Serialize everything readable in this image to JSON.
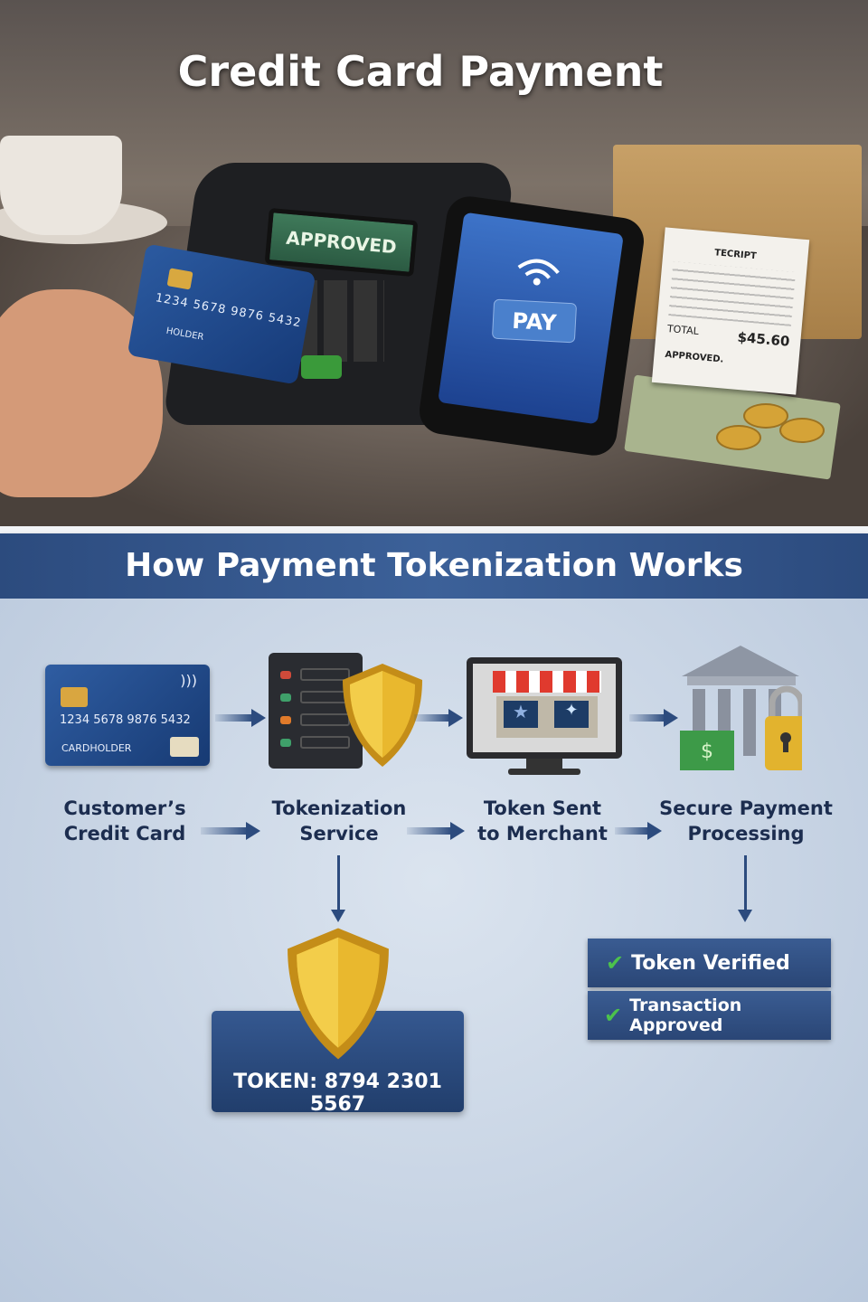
{
  "header": {
    "title": "Credit Card Payment"
  },
  "photo": {
    "terminal_screen": "APPROVED",
    "card_number": "1234 5678 9876 5432",
    "card_holder": "HOLDER",
    "phone_button": "PAY",
    "receipt": {
      "title": "TECRIPT",
      "total_label": "TOTAL",
      "total_value": "$45.60",
      "status": "APPROVED."
    }
  },
  "banner": {
    "title": "How Payment Tokenization Works"
  },
  "steps": [
    {
      "label_line1": "Customer’s",
      "label_line2": "Credit Card",
      "icon": "credit-card-icon"
    },
    {
      "label_line1": "Tokenization",
      "label_line2": "Service",
      "icon": "server-shield-icon"
    },
    {
      "label_line1": "Token Sent",
      "label_line2": "to Merchant",
      "icon": "storefront-monitor-icon"
    },
    {
      "label_line1": "Secure Payment",
      "label_line2": "Processing",
      "icon": "bank-lock-icon"
    }
  ],
  "diagram_card": {
    "number": "1234  5678  9876  5432",
    "holder": "CARDHOLDER"
  },
  "token": {
    "text": "TOKEN: 8794 2301 5567"
  },
  "results": [
    {
      "text": "Token Verified"
    },
    {
      "text": "Transaction Approved"
    }
  ],
  "colors": {
    "banner": "#2c4b7e",
    "text": "#1c2d4f",
    "check": "#4cc24c",
    "shield": "#e3b22a"
  }
}
